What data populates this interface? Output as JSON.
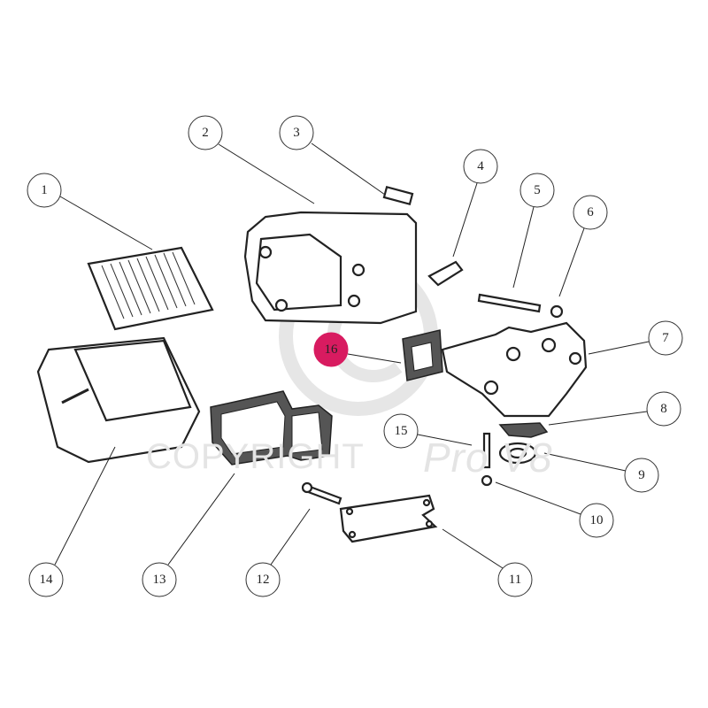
{
  "watermark": {
    "copyright": "COPYRIGHT",
    "brand": "Pro V8"
  },
  "callouts": [
    {
      "label": "1",
      "highlighted": false
    },
    {
      "label": "2",
      "highlighted": false
    },
    {
      "label": "3",
      "highlighted": false
    },
    {
      "label": "4",
      "highlighted": false
    },
    {
      "label": "5",
      "highlighted": false
    },
    {
      "label": "6",
      "highlighted": false
    },
    {
      "label": "7",
      "highlighted": false
    },
    {
      "label": "8",
      "highlighted": false
    },
    {
      "label": "9",
      "highlighted": false
    },
    {
      "label": "10",
      "highlighted": false
    },
    {
      "label": "11",
      "highlighted": false
    },
    {
      "label": "12",
      "highlighted": false
    },
    {
      "label": "13",
      "highlighted": false
    },
    {
      "label": "14",
      "highlighted": false
    },
    {
      "label": "15",
      "highlighted": false
    },
    {
      "label": "16",
      "highlighted": true
    }
  ],
  "colors": {
    "highlight": "#d81b60",
    "line": "#222222",
    "watermark": "#e4e4e4"
  }
}
